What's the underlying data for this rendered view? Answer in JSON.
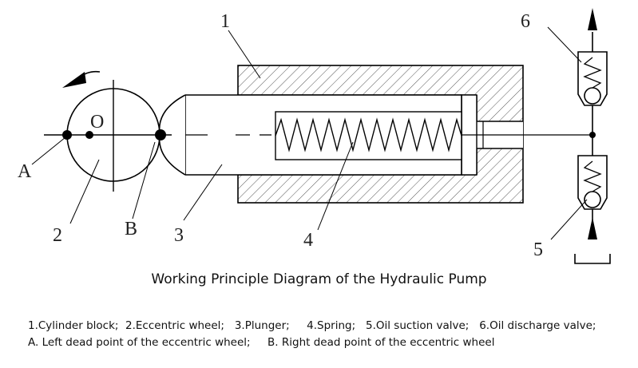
{
  "callouts": {
    "n1": "1",
    "n2": "2",
    "n3": "3",
    "n4": "4",
    "n5": "5",
    "n6": "6",
    "a": "A",
    "b": "B",
    "o": "O"
  },
  "caption": "Working Principle Diagram of the Hydraulic Pump",
  "legend": {
    "line1": "1.Cylinder block;  2.Eccentric wheel;   3.Plunger;     4.Spring;   5.Oil suction valve;   6.Oil discharge valve;",
    "line2": "A. Left dead point of the eccentric wheel;     B. Right dead point of the eccentric wheel"
  },
  "colors": {
    "line": "#000000",
    "hatch": "#444444",
    "text": "#222222"
  }
}
